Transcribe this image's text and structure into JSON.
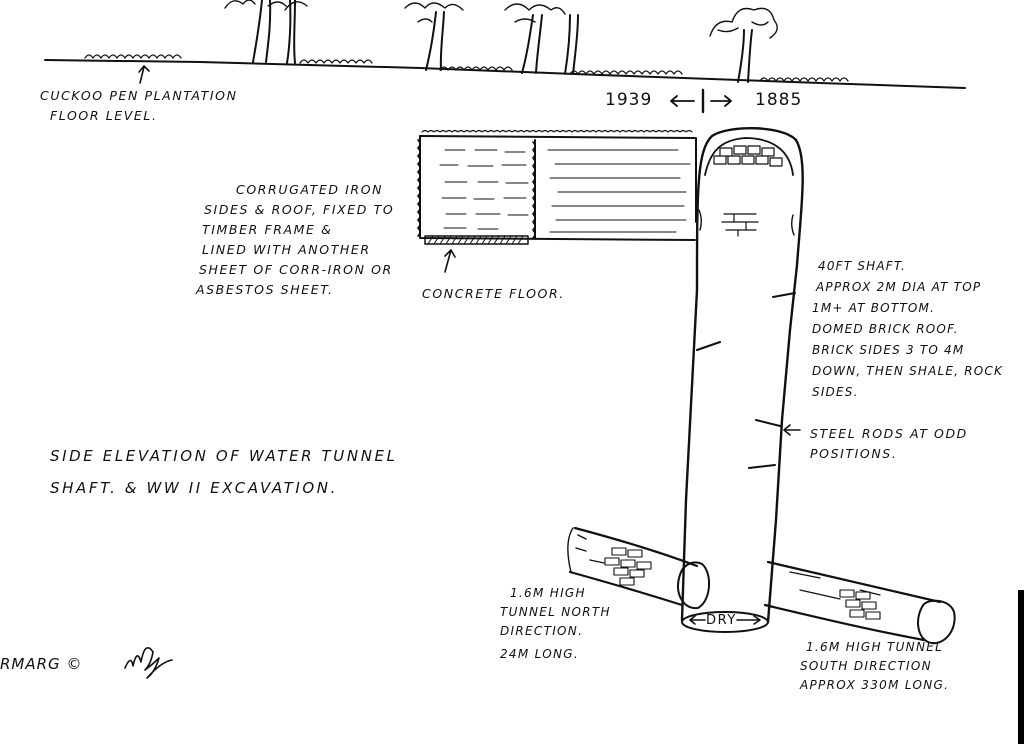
{
  "title_lines": [
    "SIDE ELEVATION OF WATER TUNNEL",
    "SHAFT. & WW II EXCAVATION."
  ],
  "floor_label": [
    "CUCKOO PEN PLANTATION",
    "FLOOR LEVEL."
  ],
  "year_left": "1939",
  "year_right": "1885",
  "shed_label": [
    "CORRUGATED IRON",
    "SIDES & ROOF, FIXED TO",
    "TIMBER FRAME &",
    "LINED WITH ANOTHER",
    "SHEET OF CORR-IRON OR",
    "ASBESTOS SHEET."
  ],
  "concrete_label": "CONCRETE FLOOR.",
  "shaft_label": [
    "40FT SHAFT.",
    "APPROX 2M DIA AT TOP",
    "1M+ AT BOTTOM.",
    "DOMED BRICK ROOF.",
    "BRICK SIDES 3 TO 4M",
    "DOWN, THEN SHALE, ROCK",
    "SIDES."
  ],
  "rods_label": [
    "STEEL RODS AT ODD",
    "POSITIONS."
  ],
  "north_tunnel_label": [
    "1.6M HIGH",
    "TUNNEL NORTH",
    "DIRECTION.",
    "24M LONG."
  ],
  "south_tunnel_label": [
    "1.6M HIGH TUNNEL",
    "SOUTH DIRECTION",
    "APPROX 330M LONG."
  ],
  "dry_label": "DRY",
  "signature": "RMARG ©"
}
